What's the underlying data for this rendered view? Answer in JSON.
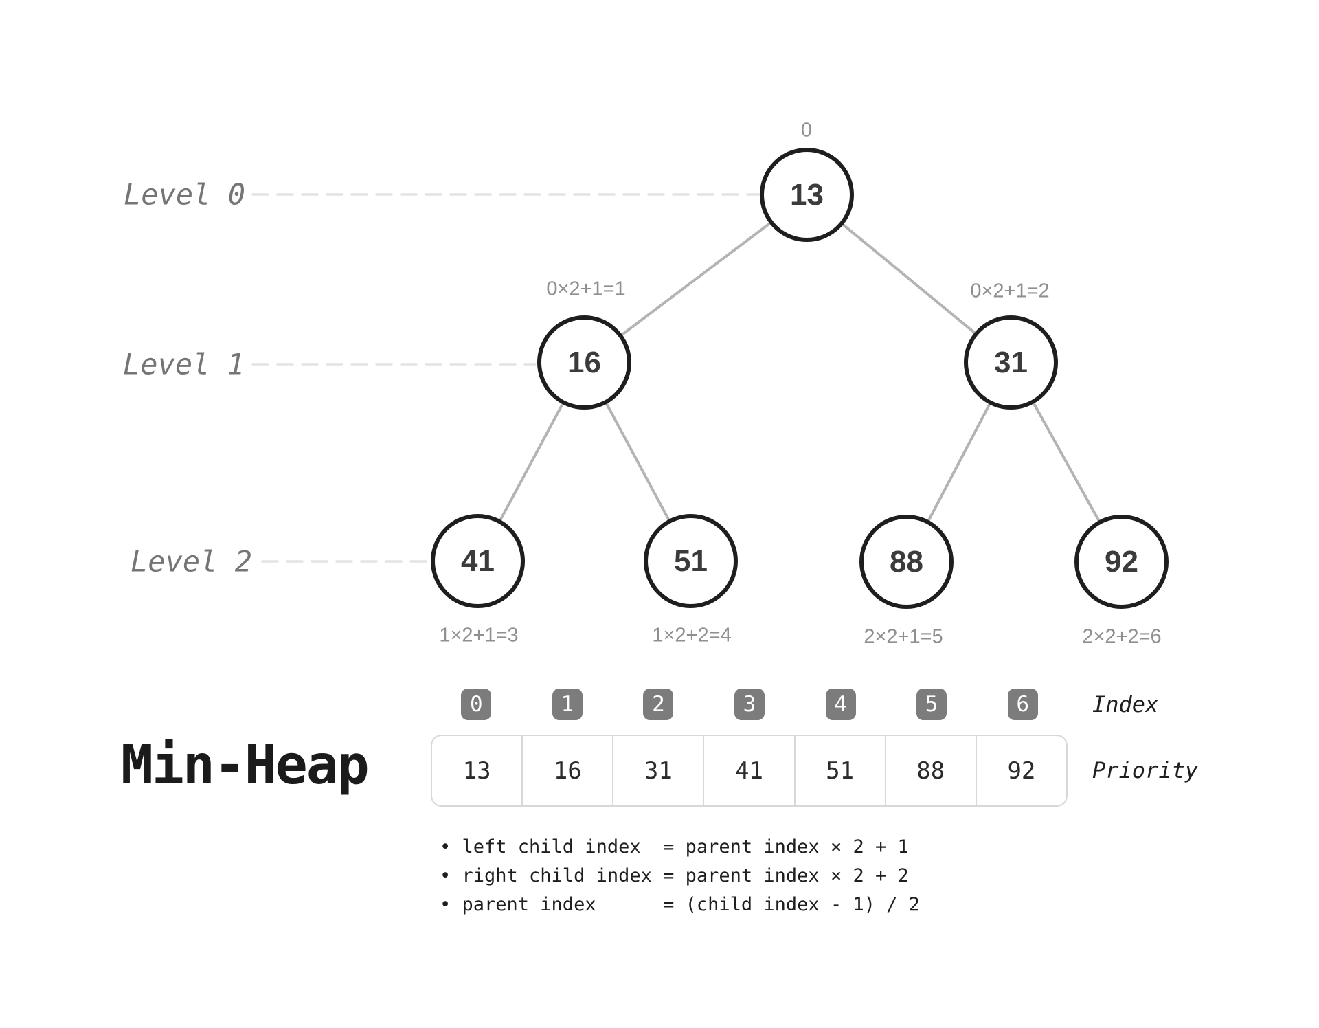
{
  "title": "Min-Heap",
  "levels": [
    {
      "label": "Level 0"
    },
    {
      "label": "Level 1"
    },
    {
      "label": "Level 2"
    }
  ],
  "tree": {
    "nodes": [
      {
        "value": "13",
        "index_label": "0"
      },
      {
        "value": "16",
        "index_label": "0×2+1=1"
      },
      {
        "value": "31",
        "index_label": "0×2+1=2"
      },
      {
        "value": "41",
        "index_label": "1×2+1=3"
      },
      {
        "value": "51",
        "index_label": "1×2+2=4"
      },
      {
        "value": "88",
        "index_label": "2×2+1=5"
      },
      {
        "value": "92",
        "index_label": "2×2+2=6"
      }
    ]
  },
  "array": {
    "index_row_label": "Index",
    "value_row_label": "Priority",
    "indices": [
      "0",
      "1",
      "2",
      "3",
      "4",
      "5",
      "6"
    ],
    "values": [
      "13",
      "16",
      "31",
      "41",
      "51",
      "88",
      "92"
    ]
  },
  "formulas": [
    "• left child index  = parent index × 2 + 1",
    "• right child index = parent index × 2 + 2",
    "• parent index      = (child index - 1) / 2"
  ],
  "colors": {
    "node_border": "#1e1e1e",
    "node_text": "#3b3b3b",
    "edge": "#b4b4b4",
    "guide_dash": "#e3e3e3",
    "annotation_text": "#8f8f8f",
    "level_label_text": "#757575",
    "badge_background": "#7c7c7c",
    "badge_text": "#ffffff",
    "array_border": "#d8d8d8",
    "array_text": "#2b2b2b",
    "title_text": "#1b1b1b"
  }
}
